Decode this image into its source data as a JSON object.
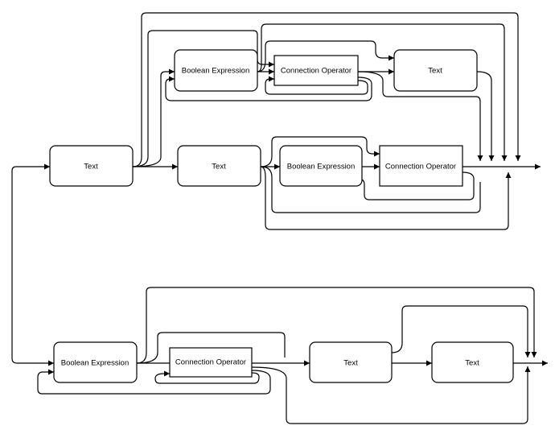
{
  "diagram": {
    "colors": {
      "stroke": "#000000",
      "fill": "#ffffff",
      "text": "#000000"
    },
    "nodes": [
      {
        "id": "n1",
        "label": "Text",
        "shape": "rounded"
      },
      {
        "id": "n2",
        "label": "Boolean Expression",
        "shape": "rounded"
      },
      {
        "id": "n3",
        "label": "Connection Operator",
        "shape": "rect"
      },
      {
        "id": "n4",
        "label": "Text",
        "shape": "rounded"
      },
      {
        "id": "n5",
        "label": "Text",
        "shape": "rounded"
      },
      {
        "id": "n6",
        "label": "Boolean Expression",
        "shape": "rounded"
      },
      {
        "id": "n7",
        "label": "Connection Operator",
        "shape": "rect"
      },
      {
        "id": "n8",
        "label": "Boolean Expression",
        "shape": "rounded"
      },
      {
        "id": "n9",
        "label": "Connection Operator",
        "shape": "rect"
      },
      {
        "id": "n10",
        "label": "Text",
        "shape": "rounded"
      },
      {
        "id": "n11",
        "label": "Text",
        "shape": "rounded"
      }
    ]
  }
}
